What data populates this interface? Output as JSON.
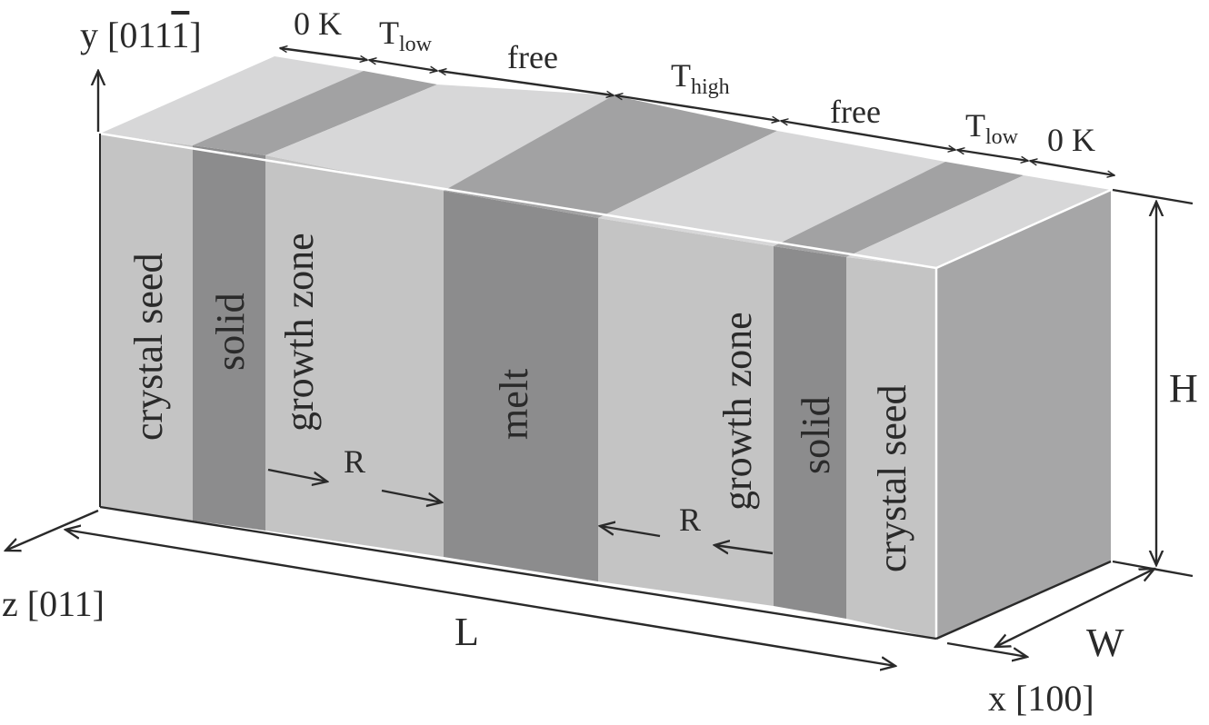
{
  "axes": {
    "y_label": "y [011",
    "y_last": "1",
    "y_close": "]",
    "z_label": "z [011]",
    "x_label": "x [100]"
  },
  "top_zones": {
    "zero_k": "0 K",
    "t_main": "T",
    "t_low_sub": "low",
    "t_high_sub": "high",
    "free": "free"
  },
  "front_zones": {
    "crystal_seed": "crystal seed",
    "solid": "solid",
    "growth_zone": "growth zone",
    "melt": "melt"
  },
  "motion": {
    "r": "R"
  },
  "dimensions": {
    "l": "L",
    "h": "H",
    "w": "W"
  },
  "colors": {
    "light": "#c4c4c4",
    "dark": "#8c8c8d",
    "top_light": "#d7d7d8",
    "top_dark": "#a2a2a3",
    "side": "#a6a6a7",
    "ink": "#2a2a2a"
  }
}
